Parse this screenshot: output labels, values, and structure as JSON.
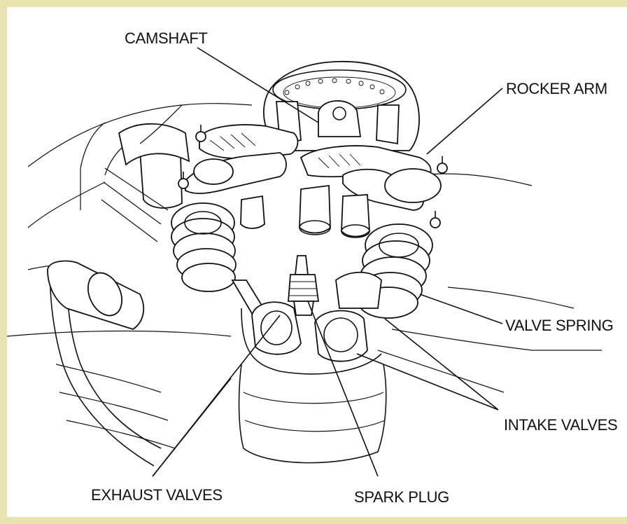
{
  "labels": {
    "camshaft": "CAMSHAFT",
    "rocker_arm": "ROCKER ARM",
    "valve_spring": "VALVE SPRING",
    "intake_valves": "INTAKE VALVES",
    "exhaust_valves": "EXHAUST VALVES",
    "spark_plug": "SPARK PLUG"
  },
  "colors": {
    "frame": "#e7e2ae",
    "ink": "#111111",
    "background": "#ffffff"
  }
}
